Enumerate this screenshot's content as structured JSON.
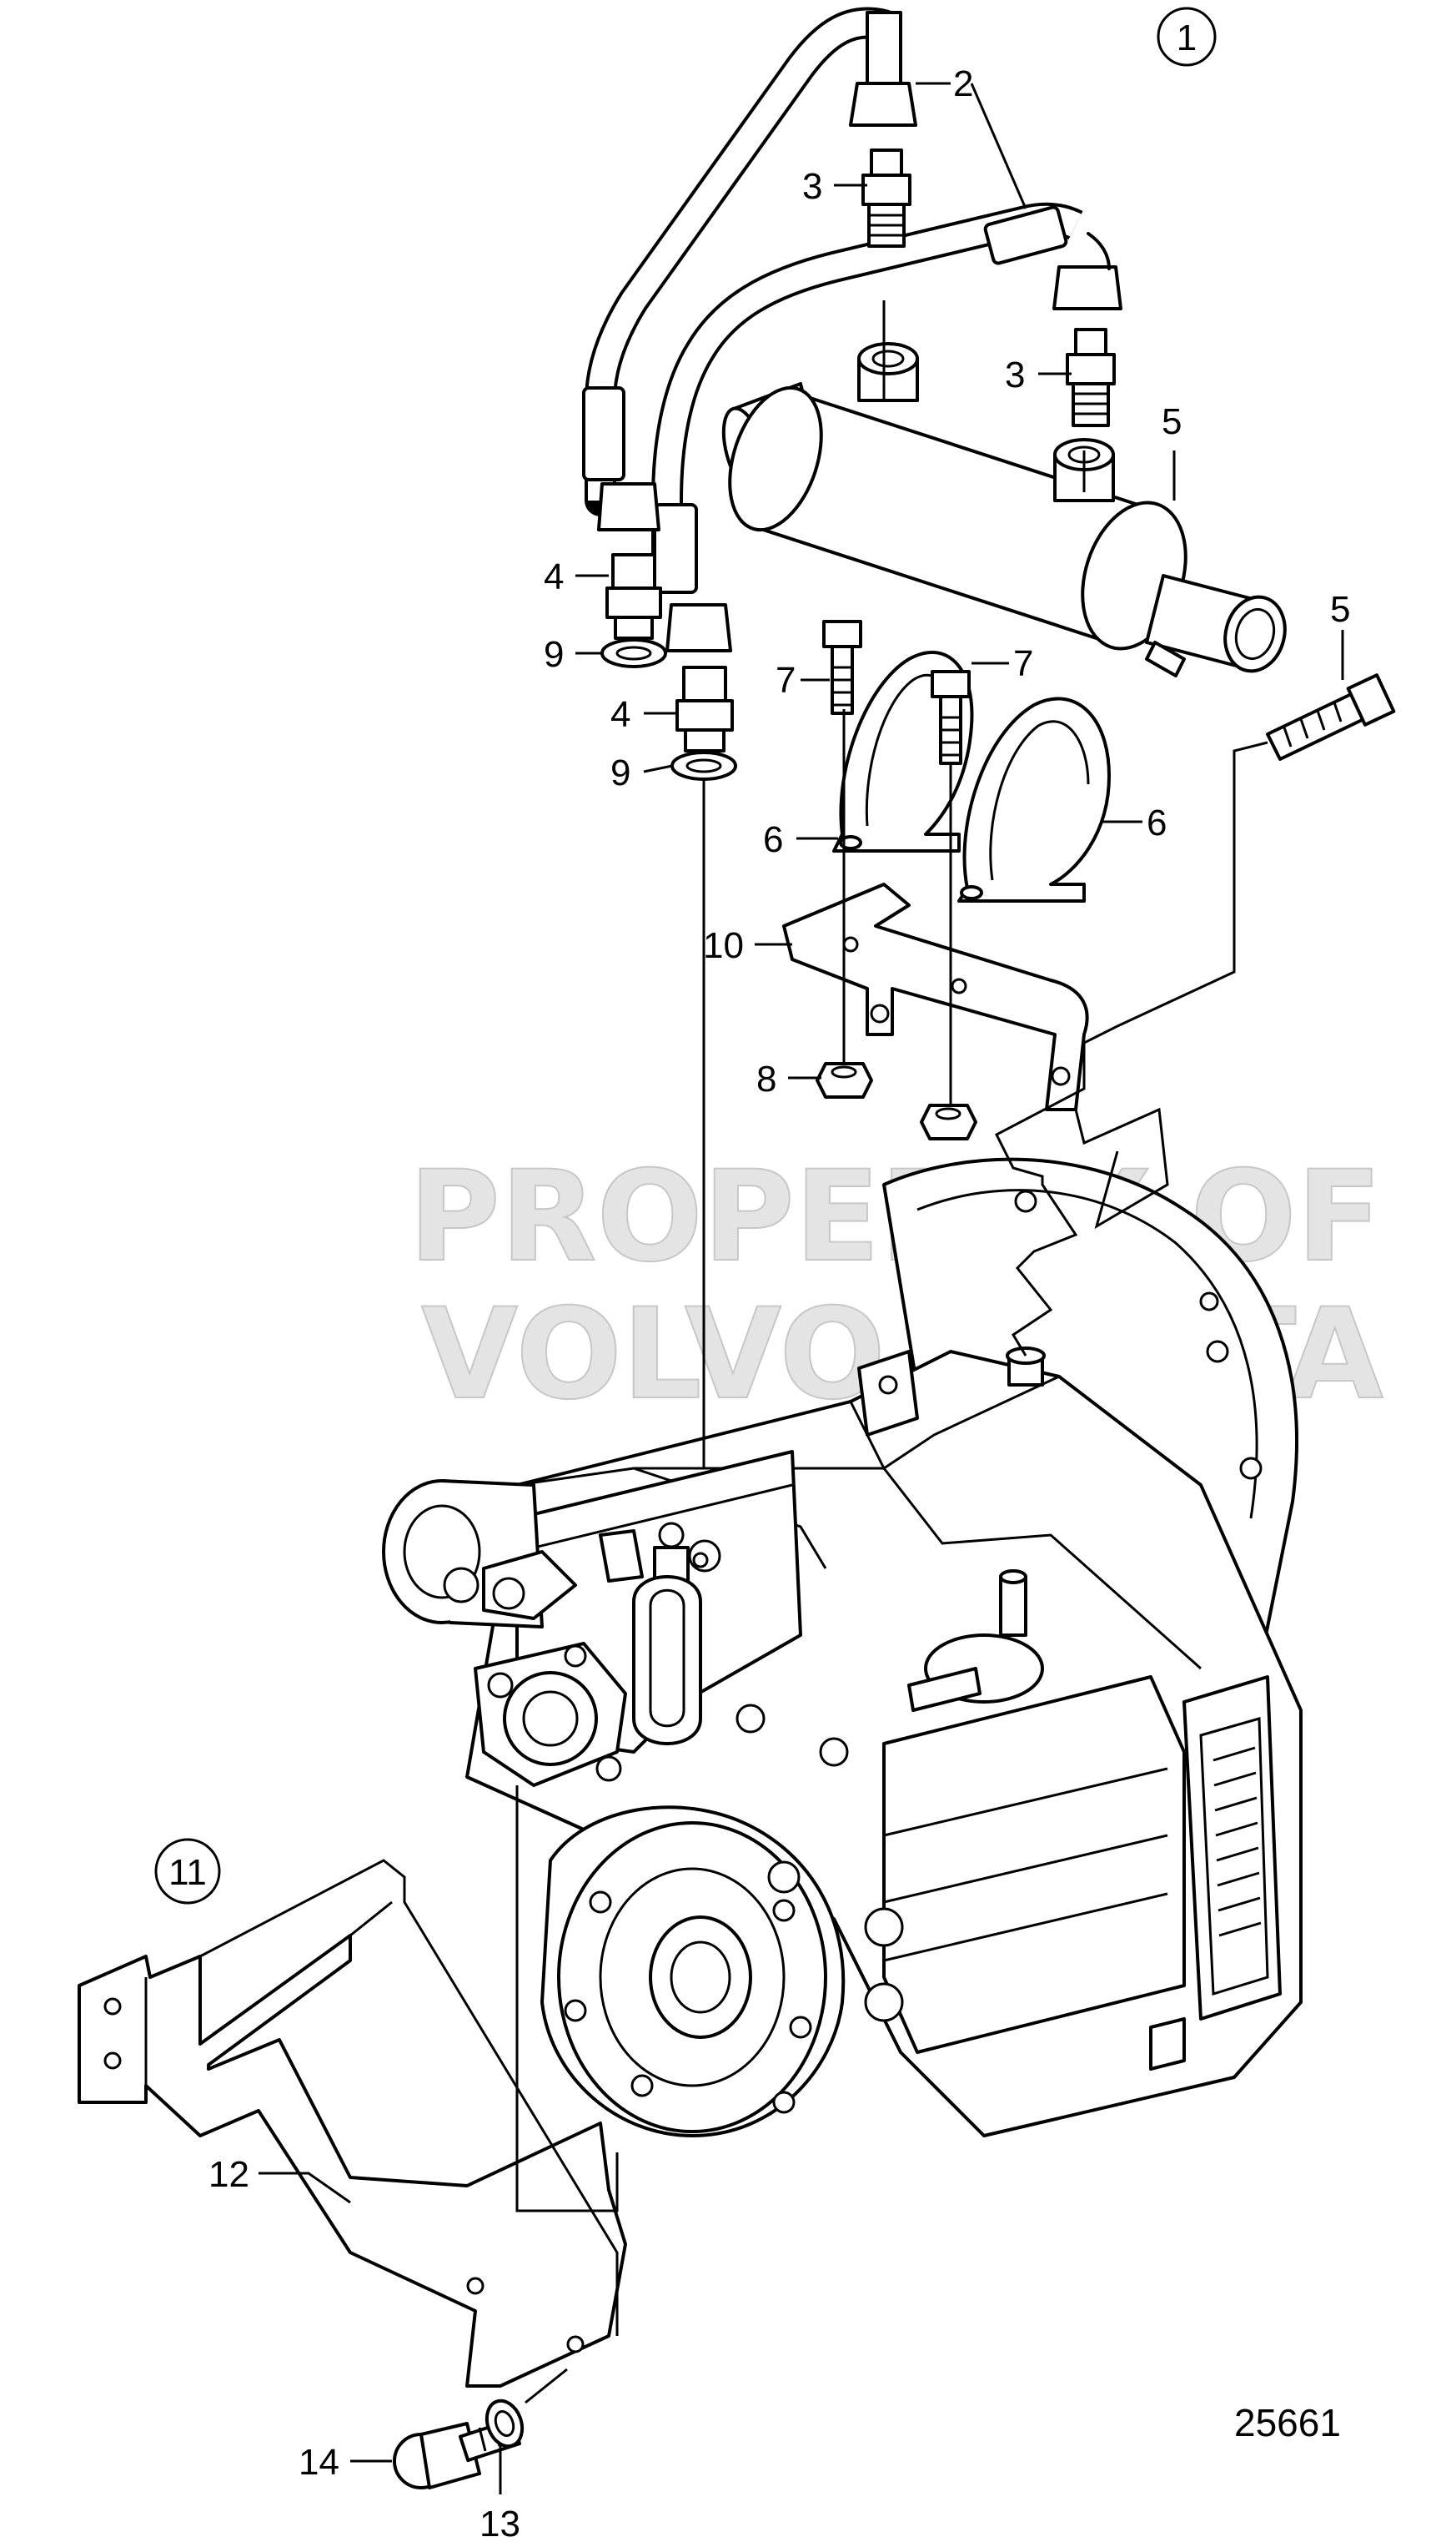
{
  "diagram": {
    "reference_number": "25661",
    "watermark": [
      "PROPERTY OF",
      "VOLVO PENTA"
    ],
    "group_labels": [
      "1",
      "11"
    ],
    "callouts": [
      "2",
      "3",
      "3",
      "5",
      "4",
      "9",
      "4",
      "9",
      "7",
      "7",
      "5",
      "6",
      "6",
      "10",
      "8",
      "12",
      "14",
      "13"
    ]
  }
}
